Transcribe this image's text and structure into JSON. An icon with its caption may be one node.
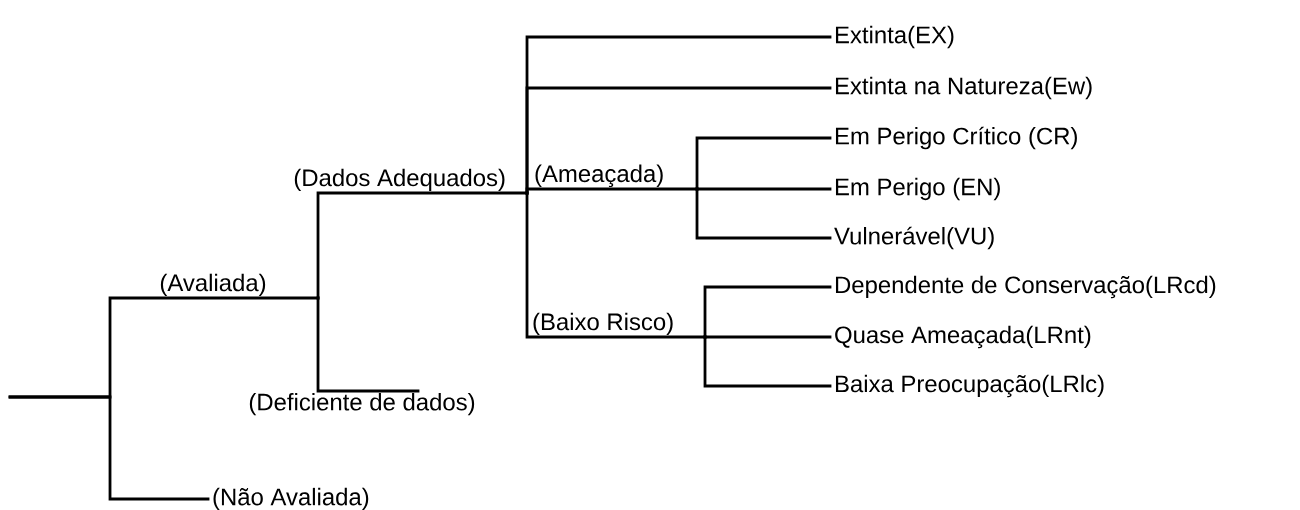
{
  "diagram": {
    "nodes": [
      {
        "text": [
          "(Avaliada)"
        ]
      },
      {
        "text": [
          "(Não Avaliada)"
        ]
      },
      {
        "text": [
          "(Dados Adequados)"
        ]
      },
      {
        "text": [
          "(Deficiente de dados)"
        ]
      },
      {
        "text": [
          "Extinta(EX)"
        ]
      },
      {
        "text": [
          "Extinta na Natureza(Ew)"
        ]
      },
      {
        "text": [
          "(Ameaçada)"
        ]
      },
      {
        "text": [
          "(Baixo Risco)"
        ]
      },
      {
        "text": [
          "Em Perigo Crítico (CR)"
        ]
      },
      {
        "text": [
          "Em Perigo (EN)"
        ]
      },
      {
        "text": [
          "Vulnerável(VU)"
        ]
      },
      {
        "text": [
          "Dependente de Conservação(LRcd)"
        ]
      },
      {
        "text": [
          "Quase Ameaçada(LRnt)"
        ]
      },
      {
        "text": [
          "Baixa Preocupação(LRlc)"
        ]
      }
    ],
    "edges": [
      {
        "from": null,
        "to": 0,
        "arrow": "none"
      },
      {
        "from": null,
        "to": 1,
        "arrow": "none"
      },
      {
        "from": 0,
        "to": 2,
        "arrow": "none"
      },
      {
        "from": 0,
        "to": 3,
        "arrow": "none"
      },
      {
        "from": 2,
        "to": 4,
        "arrow": "none"
      },
      {
        "from": 2,
        "to": 5,
        "arrow": "none"
      },
      {
        "from": 2,
        "to": 6,
        "arrow": "none"
      },
      {
        "from": 2,
        "to": 7,
        "arrow": "none"
      },
      {
        "from": 6,
        "to": 8,
        "arrow": "none"
      },
      {
        "from": 6,
        "to": 9,
        "arrow": "none"
      },
      {
        "from": 6,
        "to": 10,
        "arrow": "none"
      },
      {
        "from": 7,
        "to": 11,
        "arrow": "none"
      },
      {
        "from": 7,
        "to": 12,
        "arrow": "none"
      },
      {
        "from": 7,
        "to": 13,
        "arrow": "none"
      }
    ]
  }
}
